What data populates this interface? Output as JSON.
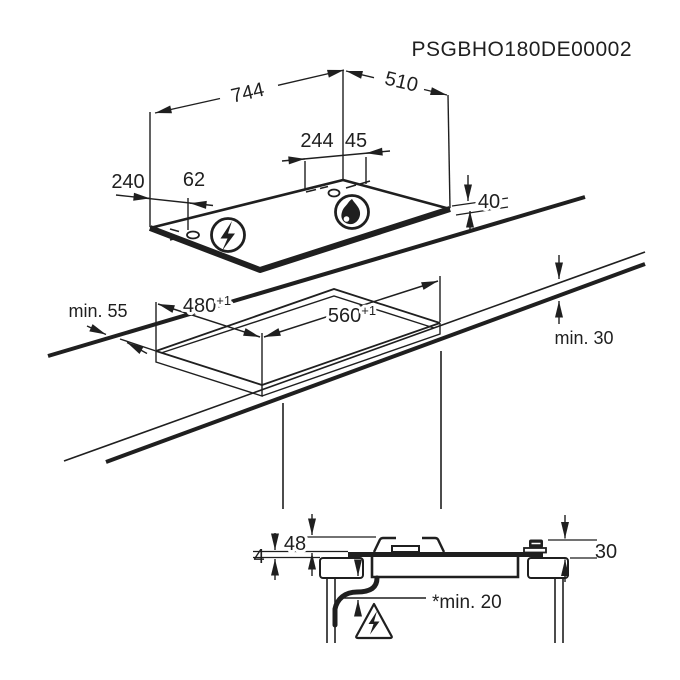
{
  "title": "PSGBHO180DE00002",
  "colors": {
    "ink": "#1f1f1f",
    "background": "#ffffff"
  },
  "top_view": {
    "hob_width": "744",
    "hob_depth": "510",
    "burner_center_offset": "244",
    "burner_edge_gap": "45",
    "connection_offset": "240",
    "connection_hole_gap": "62",
    "hob_height": "40",
    "electric_icon": "lightning-bolt",
    "gas_icon": "flame"
  },
  "cutout_view": {
    "cutout_depth": "480",
    "cutout_depth_tolerance": "+1",
    "cutout_width": "560",
    "cutout_width_tolerance": "+1",
    "front_distance": "min. 55",
    "worktop_thickness": "min. 30"
  },
  "section_view": {
    "glass_thickness": "4",
    "height_above_worktop": "48",
    "knob_height": "30",
    "clearance_below": "*min. 20",
    "warning_icon": "electrical-hazard"
  }
}
